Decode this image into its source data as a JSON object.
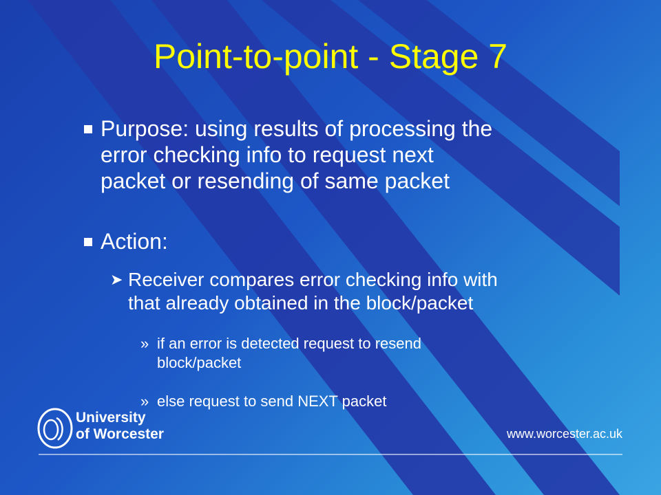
{
  "slide": {
    "title": "Point-to-point - Stage 7",
    "bullets": [
      {
        "line1": "Purpose: using results of processing the",
        "line2": "error checking info to request next",
        "line3": "packet or resending of same packet"
      },
      {
        "text": "Action:"
      }
    ],
    "sub_bullet": {
      "line1": "Receiver compares error checking info with",
      "line2": "that already obtained in the block/packet"
    },
    "sub_sub_bullets": [
      {
        "line1": "if an error is detected request to resend",
        "line2": "block/packet"
      },
      {
        "line1": "else request to send NEXT packet"
      }
    ]
  },
  "footer": {
    "logo_line1": "University",
    "logo_line2": "of Worcester",
    "url": "www.worcester.ac.uk"
  },
  "colors": {
    "title": "#ffff00",
    "text": "#ffffff",
    "stripe_dark": "#2338a8",
    "background_light": "#3aa4e3"
  }
}
